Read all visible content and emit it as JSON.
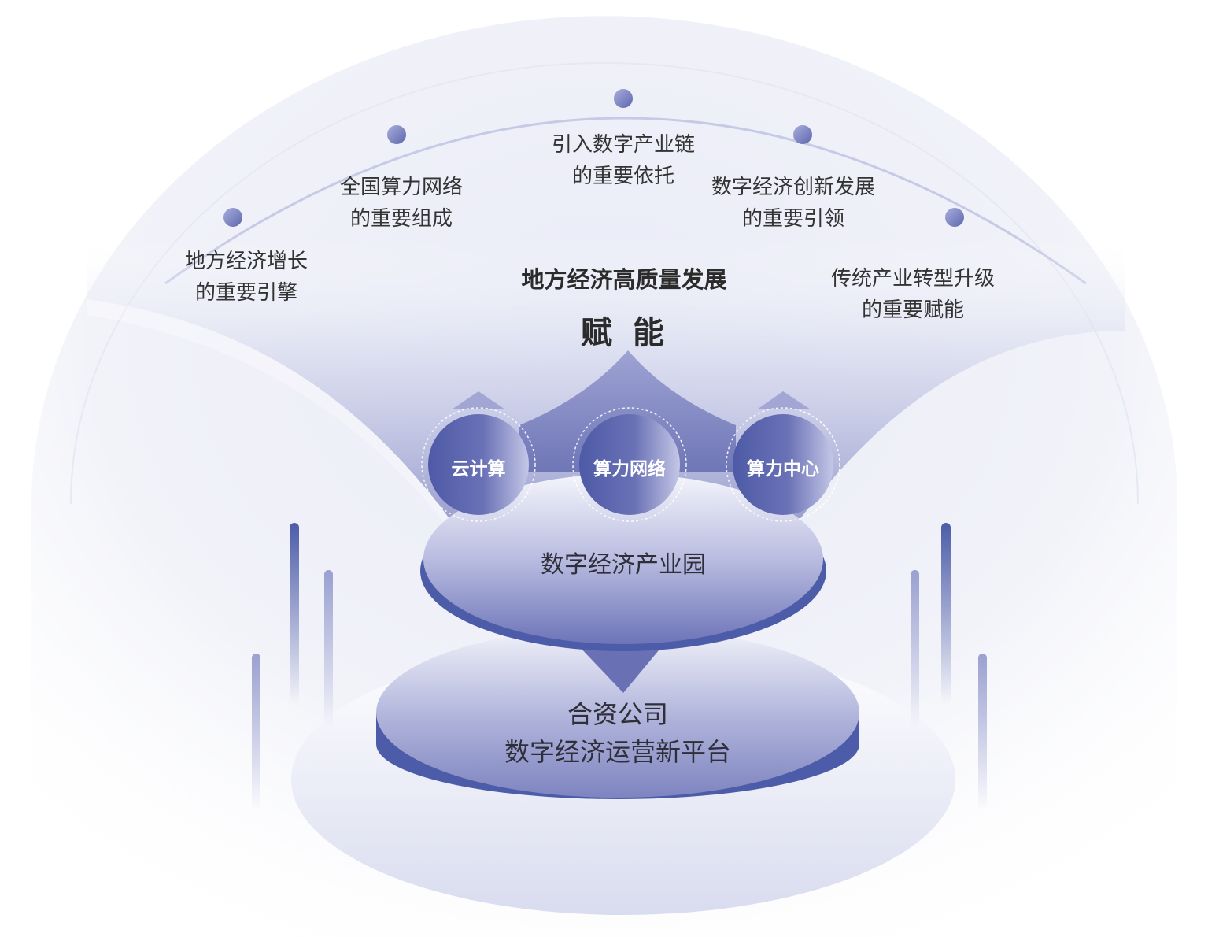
{
  "goal": "地方经济高质量发展",
  "empower": "赋 能",
  "benefits": [
    {
      "line1": "地方经济增长",
      "line2": "的重要引擎"
    },
    {
      "line1": "全国算力网络",
      "line2": "的重要组成"
    },
    {
      "line1": "引入数字产业链",
      "line2": "的重要依托"
    },
    {
      "line1": "数字经济创新发展",
      "line2": "的重要引领"
    },
    {
      "line1": "传统产业转型升级",
      "line2": "的重要赋能"
    }
  ],
  "pillars": [
    "云计算",
    "算力网络",
    "算力中心"
  ],
  "park": "数字经济产业园",
  "platform": {
    "line1": "合资公司",
    "line2": "数字经济运营新平台"
  },
  "colors": {
    "primary": "#4c5ca8",
    "secondary": "#8a8fc6",
    "dome": "#eef0f8",
    "text": "#333333"
  }
}
